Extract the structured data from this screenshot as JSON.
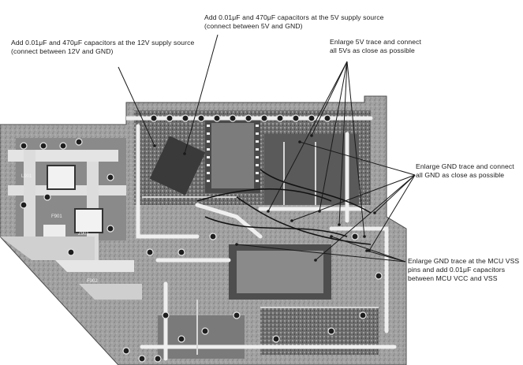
{
  "annotations": {
    "cap_12v": {
      "line1": "Add 0.01μF and 470μF capacitors at the 12V supply source",
      "line2": "(connect between 12V and GND)"
    },
    "cap_5v": {
      "line1": "Add 0.01μF and 470μF capacitors at the 5V supply source",
      "line2": "(connect between 5V and GND)"
    },
    "trace_5v": {
      "line1": "Enlarge 5V trace and connect",
      "line2": "all 5Vs as close as possible"
    },
    "trace_gnd": {
      "line1": "Enlarge GND trace and connect",
      "line2": "all GND as close as possible"
    },
    "mcu_vss": {
      "line1": "Enlarge GND trace at the MCU VSS",
      "line2": "pins and add 0.01μF capacitors",
      "line3": "between MCU VCC and VSS"
    }
  },
  "board_marks": {
    "label_a": "L901",
    "label_b": "F901",
    "label_c": "Z901",
    "label_d": "F902"
  },
  "colors": {
    "board_fill": "#9c9c9c",
    "trace_light": "#e8e8e8",
    "copper_dark": "#2b2b2b",
    "callout_line": "#1a1a1a"
  }
}
